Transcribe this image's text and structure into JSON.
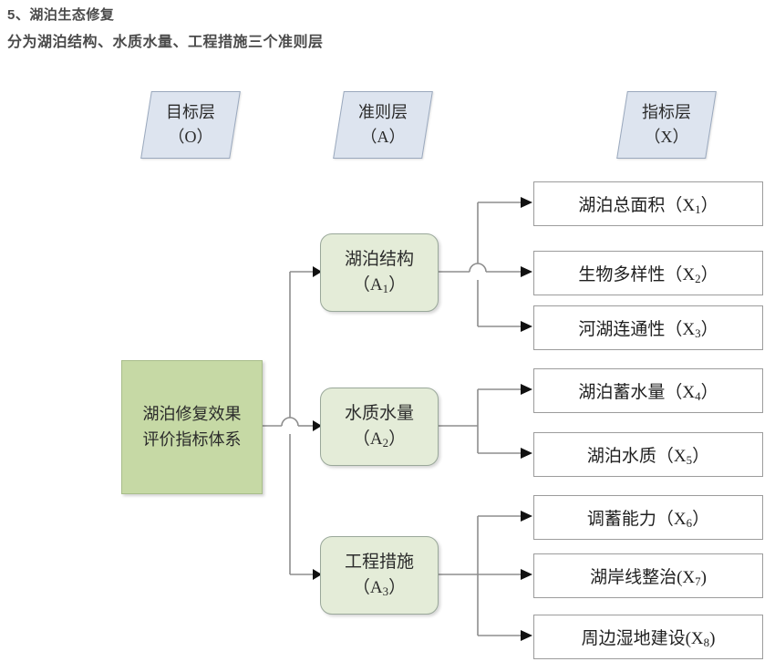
{
  "heading": {
    "line1": "5、湖泊生态修复",
    "line2": "分为湖泊结构、水质水量、工程措施三个准则层"
  },
  "layer_tags": [
    {
      "name": "goal-layer",
      "title": "目标层",
      "code": "（O）"
    },
    {
      "name": "criteria-layer",
      "title": "准则层",
      "code": "（A）"
    },
    {
      "name": "index-layer",
      "title": "指标层",
      "code": "（X）"
    }
  ],
  "goal": {
    "label": "湖泊修复效果评价指标体系"
  },
  "criteria": [
    {
      "title": "湖泊结构",
      "code_prefix": "（A",
      "code_sub": "1",
      "code_suffix": "）"
    },
    {
      "title": "水质水量",
      "code_prefix": "（A",
      "code_sub": "2",
      "code_suffix": "）"
    },
    {
      "title": "工程措施",
      "code_prefix": "（A",
      "code_sub": "3",
      "code_suffix": "）"
    }
  ],
  "indicators": [
    {
      "text": "湖泊总面积（X",
      "sub": "1",
      "tail": "）"
    },
    {
      "text": "生物多样性（X",
      "sub": "2",
      "tail": "）"
    },
    {
      "text": "河湖连通性（X",
      "sub": "3",
      "tail": "）"
    },
    {
      "text": "湖泊蓄水量（X",
      "sub": "4",
      "tail": "）"
    },
    {
      "text": "湖泊水质（X",
      "sub": "5",
      "tail": "）"
    },
    {
      "text": "调蓄能力（X",
      "sub": "6",
      "tail": "）"
    },
    {
      "text": "湖岸线整治(X",
      "sub": "7",
      "tail": ")"
    },
    {
      "text": "周边湿地建设(X",
      "sub": "8",
      "tail": ")"
    }
  ],
  "colors": {
    "goal_fill": "#c6d9a5",
    "criteria_fill": "#e4ecd8",
    "layer_tag_fill": "#dde4ef",
    "indicator_fill": "#ffffff",
    "connector": "#8d8d8d",
    "heading_text": "#4a4a4a"
  }
}
